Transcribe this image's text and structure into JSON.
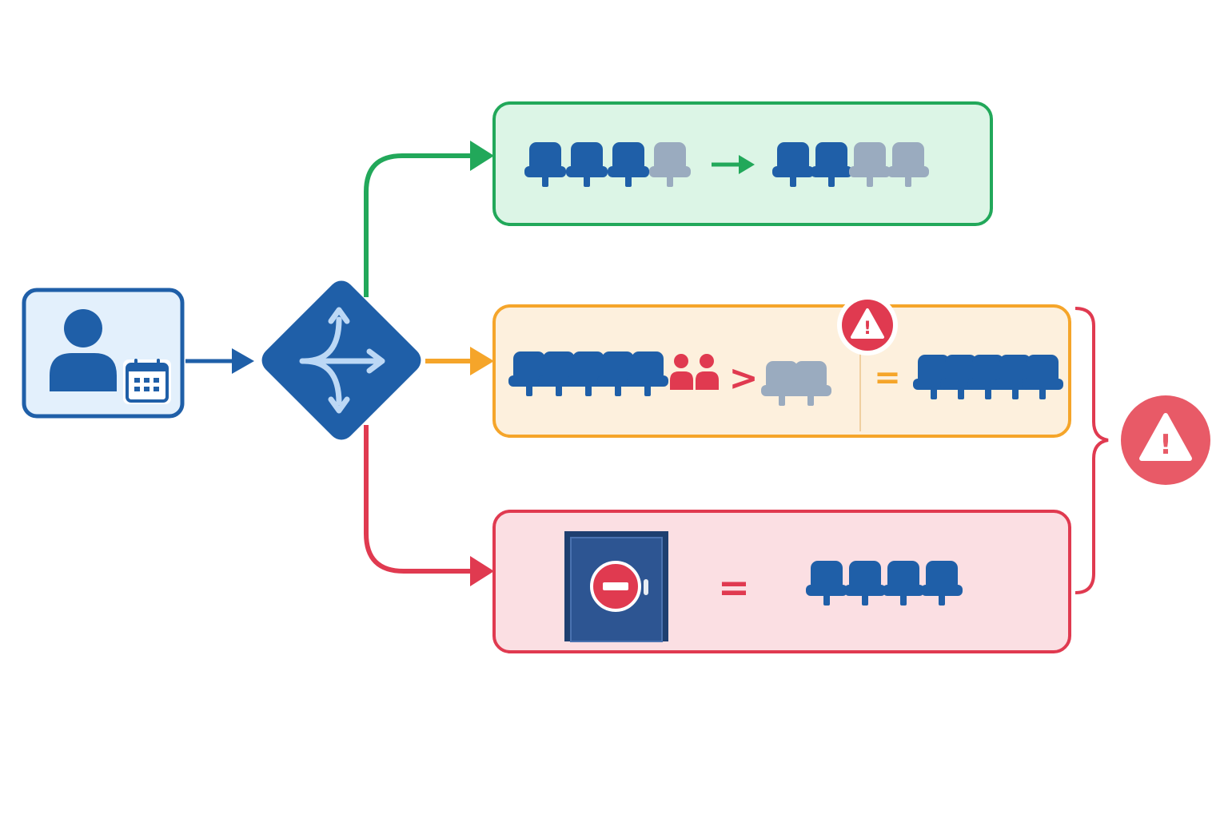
{
  "colors": {
    "primary": "#1f5fa8",
    "primary_light": "#e3f0fc",
    "seat_filled": "#1f5fa8",
    "seat_empty": "#9aabbf",
    "success": "#22a85a",
    "success_bg": "#dcf5e6",
    "warning": "#f5a52a",
    "warning_bg": "#fdf0dd",
    "danger": "#e03a50",
    "danger_bg": "#fbdfe3",
    "door": "#2d5592",
    "door_frame": "#1e3f70"
  },
  "icons": {
    "requester": "person-calendar-icon",
    "decision": "branching-arrows-icon",
    "alert": "warning-triangle-icon",
    "door": "no-entry-door-icon",
    "group": "people-group-icon"
  },
  "scenarios": [
    {
      "id": "available",
      "color": "success",
      "before": {
        "filled": 3,
        "empty": 1
      },
      "after": {
        "filled": 2,
        "empty": 2
      },
      "operator": "→"
    },
    {
      "id": "overbooked",
      "color": "warning",
      "before": {
        "filled": 5,
        "empty": 0
      },
      "demand": {
        "filled": 0,
        "empty": 2
      },
      "operator": ">",
      "result_operator": "=",
      "result": {
        "filled": 5,
        "empty": 0
      }
    },
    {
      "id": "closed",
      "color": "danger",
      "operator": "=",
      "result": {
        "filled": 4,
        "empty": 0
      }
    }
  ],
  "symbols": {
    "arrow": "→",
    "greater_than": ">",
    "equals": "=",
    "alert_mark": "!"
  }
}
